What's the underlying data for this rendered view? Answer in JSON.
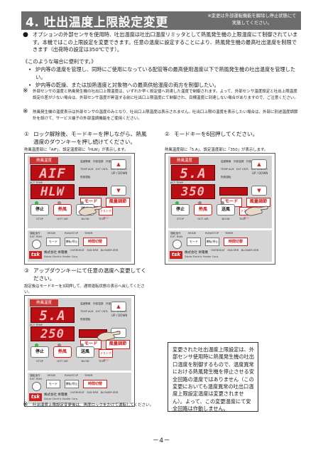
{
  "header": {
    "title": "4. 吐出温度上限設定変更",
    "note": "※変更は外部運転機能を解除し停止状態にて実施してください。"
  },
  "intro": {
    "bullet": "●",
    "text": "オプションの外部センサを使用時、吐出温度は吐出口温度リミッタとして熱風発生機の上限温度にて制御されています。本機ではこの上限設定を変更できます。任意の温度に設定することにより、熱風発生機の最高吐出温度を制限できます（出荷時の設定は350℃です）。"
  },
  "cases": {
    "title": "《このような場合に便利です。》",
    "items": [
      "炉内等の温度を管理し、同時にご使用になっている配管等の最高使用温度以下で熱風発生機の吐出温度を管理したい。",
      "炉内等の乾燥、または加熱温度と対象物への最高供給温度の両方を制御したい。"
    ]
  },
  "notes": [
    "外部センサの温度と熱風発生機の吐出口上限温度は、いずれか早く設定値へ到達した温度で制御されます。よって、外部センサ温度設定と吐出上限温度設定の差が少ない場合は、外部センサ温度が昇温する前に吐出口上限温度にて制御され、目標温度に到達しない場合がありますので、ご注意ください。",
    "熱風発生機の温度表示は外部センサの温度のみとなり、吐出口上限温度は表示されません。吐出口上限の温度を表示したい場合は、外部に別途温度調節計を設けて、サービス端子の外部温調機能をご使用ください。"
  ],
  "steps": [
    {
      "num": "①",
      "title": "ロック解除後、モードキーを押しながら、熱風温度のダウンキーを押し続けてください。",
      "sub": "熱風温度部に「AIF」、設定温度部に「HLW」が表示します。"
    },
    {
      "num": "②",
      "title": "モードキーを6回押してください。",
      "sub": "熱風温度部に「5.A」、設定温度部に「350」が表示します。"
    },
    {
      "num": "③",
      "title": "アップダウンキーにて任意の温度へ変更してください。",
      "sub": "設定後はモードキーを3回押して、通常運転状態の表示へ戻してください。"
    }
  ],
  "panels": [
    {
      "set": "AIF",
      "act": "HLW"
    },
    {
      "set": "5.A",
      "act": "350"
    },
    {
      "set": "5.A",
      "act": "250"
    }
  ],
  "panel_labels": {
    "set_title": "熱風温度",
    "set_sub": "SET TEMP",
    "act_sub": "ACT TEMP",
    "top_indicators": "温度警報　外部温調　外部センサ",
    "mid_indicators": "TEMP ALM　EXT CNTL　EXT SENSOR",
    "ind3": "熱風運転",
    "updown": "UP / DOWN",
    "mode_btn": "モード",
    "mode2_btn": "風量調節",
    "btn_stop": "停止",
    "btn_hot": "熱風",
    "btn_blow": "送風",
    "lbl_stop": "STOP",
    "lbl_hot": "HOT AIR",
    "lbl_blow": "BLOW",
    "ext_run": "運転指令",
    "ext_run_en": "EXT. RUN",
    "test": "テストボタン",
    "test_en": "TEST",
    "mode_lbl": "MODE",
    "timer": "タイマ",
    "timer_en": "TIMER",
    "run_stop": "運転/停止",
    "run_stop_en": "RUN/STOP",
    "wide_btn": "時間切替",
    "bot_labels": "OVERHEAT　FAN ERR　BLOWER ERR",
    "logo": "tsk",
    "maker": "株式会社 栄電機",
    "maker_en": "Sakae Electric Heater Corp."
  },
  "side_box": "変更された吐出温度上限設定は、外部センサ使用時に熱風発生機の吐出口温度を制御するもので、温度異常における熱風発生機を停止させる安全回路の温度ではありません（この変更においても温度異常の吐出口温度上限設定温度は変更されません）。よって、この変更温度にて安全回路は作動しません。",
  "bottom_note": {
    "mark": "※",
    "text": "吐出温度上限設定変更後は、再度ロックをかけて運転してください。"
  },
  "page_number": "－4－",
  "colors": {
    "header_bg": "#6d6d6d",
    "display_red": "#b80e14",
    "accent_red": "#cc2222",
    "panel_gray": "#d3d3d3"
  }
}
